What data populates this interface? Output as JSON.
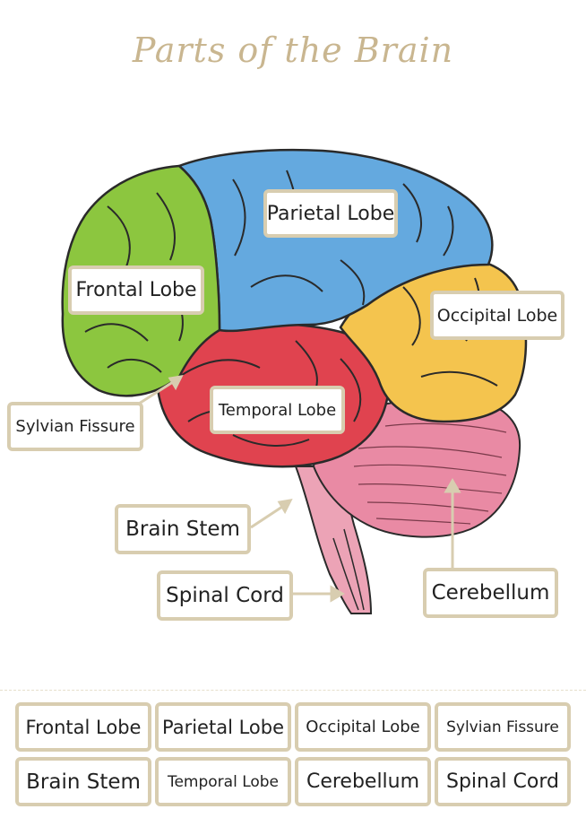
{
  "title": "Parts of the Brain",
  "colors": {
    "frontal": "#8cc63f",
    "parietal": "#64a9df",
    "occipital": "#f4c44e",
    "temporal": "#e0434f",
    "cerebellum": "#e98aa4",
    "stem": "#eca3b6",
    "label_border": "#d8cdb0",
    "arrow": "#d8cdb0"
  },
  "diagram_labels": {
    "parietal": "Parietal Lobe",
    "frontal": "Frontal Lobe",
    "occipital": "Occipital Lobe",
    "sylvian": "Sylvian Fissure",
    "temporal": "Temporal Lobe",
    "brain_stem": "Brain Stem",
    "spinal_cord": "Spinal Cord",
    "cerebellum": "Cerebellum"
  },
  "cards": [
    "Frontal Lobe",
    "Parietal Lobe",
    "Occipital Lobe",
    "Sylvian Fissure",
    "Brain Stem",
    "Temporal Lobe",
    "Cerebellum",
    "Spinal Cord"
  ]
}
